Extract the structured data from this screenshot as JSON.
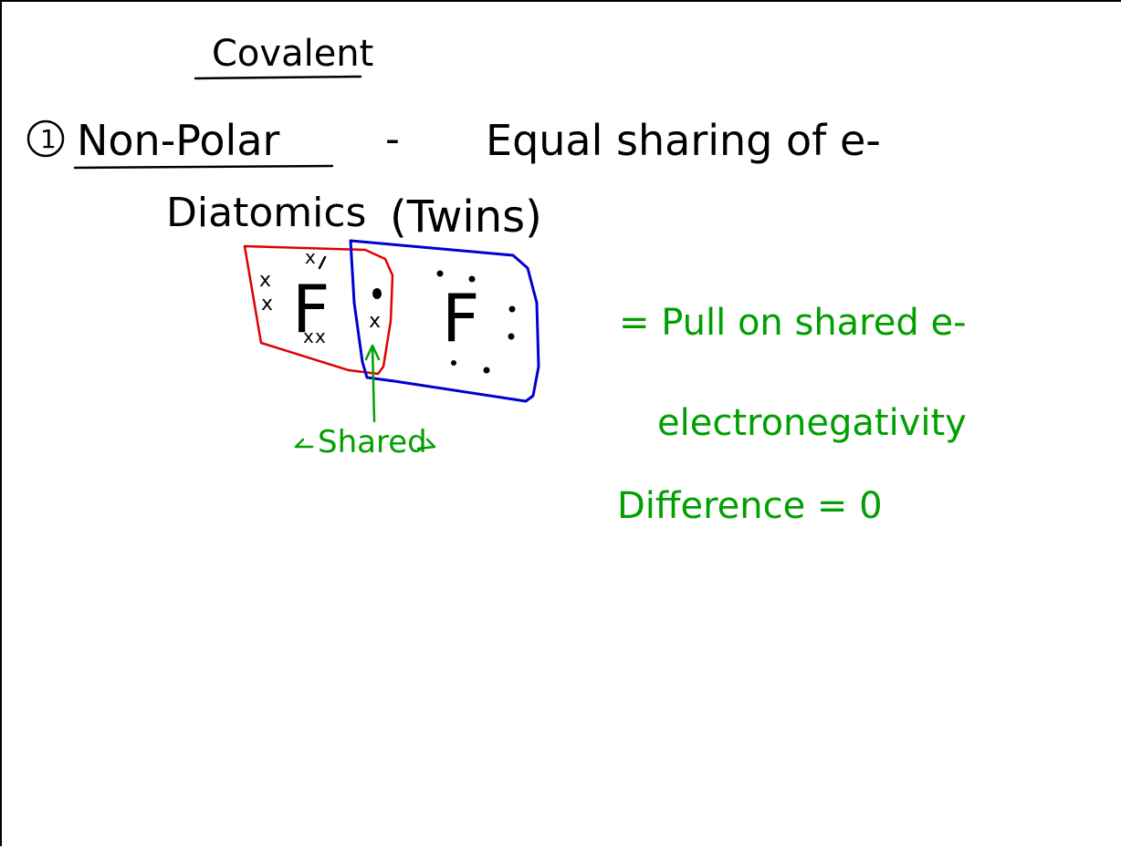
{
  "notes": {
    "title": "Covalent",
    "item_number": "1",
    "heading": "Non-Polar",
    "dash": "-",
    "definition": "Equal sharing of e-",
    "subheading": "Diatomics",
    "twins": "(Twins)",
    "atom_left": "F",
    "atom_right": "F",
    "left_electrons": "x",
    "shared_label": "Shared",
    "pull_text": "= Pull on shared e-",
    "electronegativity": "electronegativity",
    "difference": "Difference = 0"
  },
  "colors": {
    "ink": "#000000",
    "green": "#00a000",
    "red_box": "#e00000",
    "blue_box": "#0000d0"
  }
}
